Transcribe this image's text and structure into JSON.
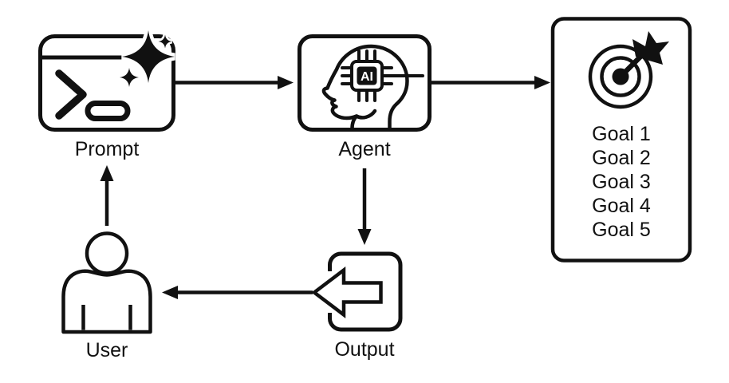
{
  "colors": {
    "ink": "#111111",
    "background": "#ffffff"
  },
  "nodes": {
    "prompt": {
      "label": "Prompt",
      "icon": "terminal-sparkles-icon"
    },
    "agent": {
      "label": "Agent",
      "icon": "head-with-ai-chip-icon",
      "chip_text": "AI"
    },
    "goals": {
      "icon": "target-with-dart-icon",
      "items": [
        "Goal 1",
        "Goal 2",
        "Goal 3",
        "Goal 4",
        "Goal 5"
      ]
    },
    "output": {
      "label": "Output",
      "icon": "exit-left-arrow-icon"
    },
    "user": {
      "label": "User",
      "icon": "person-icon"
    }
  },
  "edges": [
    {
      "from": "prompt",
      "to": "agent"
    },
    {
      "from": "agent",
      "to": "goals"
    },
    {
      "from": "agent",
      "to": "output"
    },
    {
      "from": "output",
      "to": "user"
    },
    {
      "from": "user",
      "to": "prompt"
    }
  ]
}
